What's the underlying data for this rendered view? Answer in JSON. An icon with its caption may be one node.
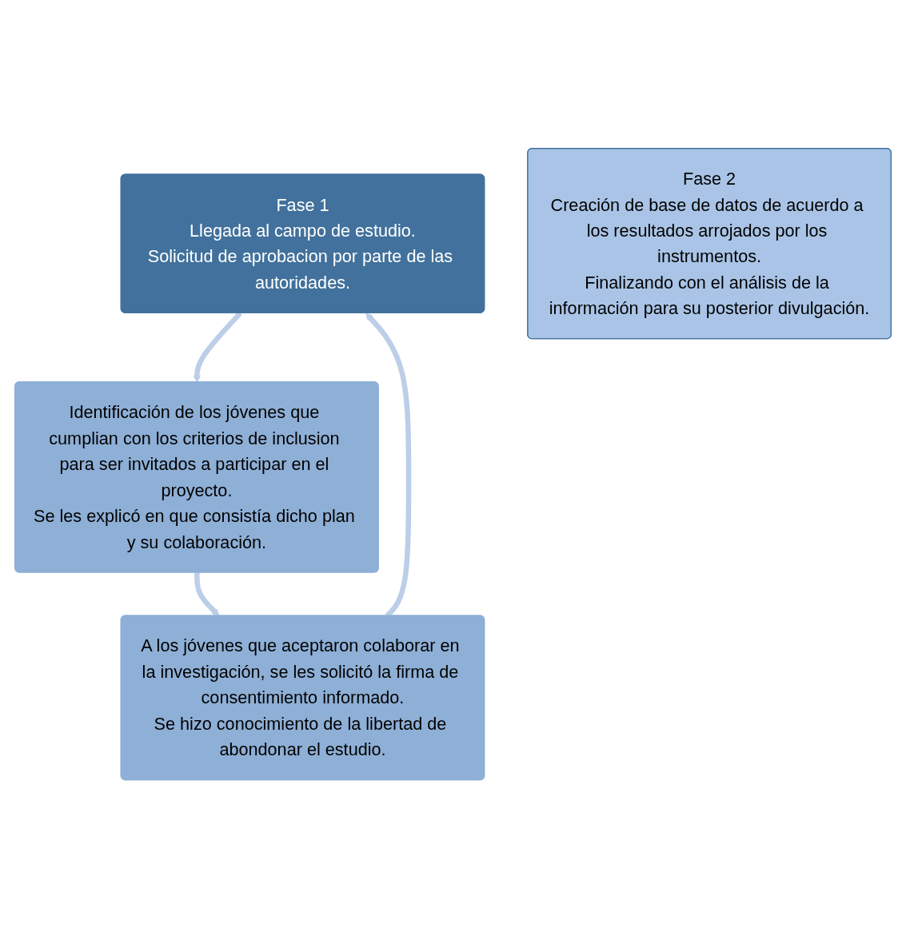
{
  "diagram": {
    "nodes": [
      {
        "text": [
          "Fase 1",
          "Llegada al campo de estudio.",
          "Solicitud de aprobacion por parte de las autoridades."
        ]
      },
      {
        "text": [
          "Identificación de los jóvenes que cumplian con los criterios de inclusion para ser invitados a participar en el proyecto.",
          "Se les explicó en que consistía dicho plan y su colaboración."
        ]
      },
      {
        "text": [
          "A los jóvenes que aceptaron colaborar en la investigación, se les solicitó la firma de consentimiento informado.",
          "Se hizo conocimiento de la libertad de abondonar el estudio."
        ]
      },
      {
        "text": [
          "Fase 2",
          "Creación de base de datos de acuerdo a los resultados arrojados por los instrumentos.",
          "Finalizando con el análisis de la información para su posterior divulgación."
        ]
      }
    ],
    "edges": [
      {
        "from": 0,
        "to": 1,
        "arrow": "to"
      },
      {
        "from": 1,
        "to": 2,
        "arrow": "to"
      },
      {
        "from": 2,
        "to": 0,
        "arrow": "to"
      }
    ]
  }
}
